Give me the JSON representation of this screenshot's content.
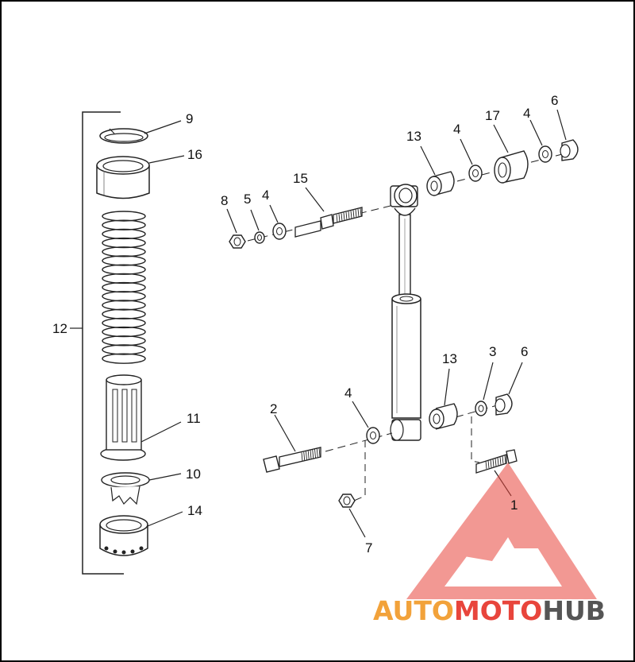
{
  "labels": {
    "l1": "1",
    "l2": "2",
    "l3": "3",
    "l4a": "4",
    "l4b": "4",
    "l4c": "4",
    "l4d": "4",
    "l5": "5",
    "l6a": "6",
    "l6b": "6",
    "l7": "7",
    "l8": "8",
    "l9": "9",
    "l10": "10",
    "l11": "11",
    "l12": "12",
    "l13a": "13",
    "l13b": "13",
    "l14": "14",
    "l15": "15",
    "l16": "16",
    "l17": "17"
  },
  "watermark": {
    "part1": "AUTO",
    "part2": "MOTO",
    "part3": "HUB",
    "color_light": "#f2a23a",
    "color_red": "#e8453c",
    "color_dark": "#555555"
  },
  "colors": {
    "line": "#222222",
    "frame": "#000000"
  }
}
